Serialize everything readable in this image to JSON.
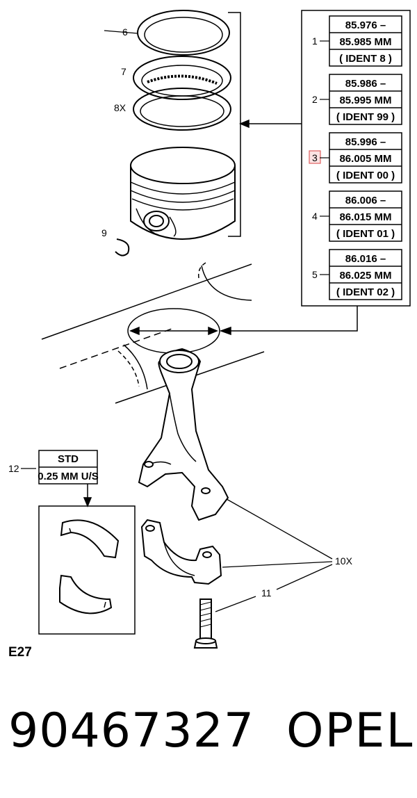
{
  "figure_code": "E27",
  "part_number": "90467327",
  "brand": "OPEL",
  "callouts": {
    "c6": "6",
    "c7": "7",
    "c8": "8X",
    "c9": "9",
    "c10": "10X",
    "c11": "11",
    "c12": "12"
  },
  "bore_sizes": [
    {
      "index": "1",
      "line1": "85.976 –",
      "line2": "85.985 MM",
      "line3": "( IDENT 8 )"
    },
    {
      "index": "2",
      "line1": "85.986 –",
      "line2": "85.995 MM",
      "line3": "( IDENT 99 )"
    },
    {
      "index": "3",
      "line1": "85.996 –",
      "line2": "86.005 MM",
      "line3": "( IDENT 00 )"
    },
    {
      "index": "4",
      "line1": "86.006 –",
      "line2": "86.015 MM",
      "line3": "( IDENT 01 )"
    },
    {
      "index": "5",
      "line1": "86.016 –",
      "line2": "86.025 MM",
      "line3": "( IDENT 02 )"
    }
  ],
  "bearing_box": {
    "std": "STD",
    "undersize": "0.25 MM U/S"
  },
  "highlight_color": "#e06060"
}
